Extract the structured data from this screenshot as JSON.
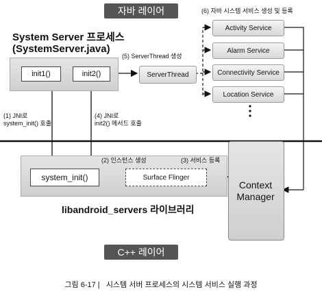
{
  "layers": {
    "java": "자바 레이어",
    "cpp": "C++ 레이어"
  },
  "system_server": {
    "title_line1": "System Server 프로세스",
    "title_line2": "(SystemServer.java)",
    "init1": "init1()",
    "init2": "init2()"
  },
  "server_thread": {
    "step_label": "(5) ServerThread 생성",
    "box_label": "ServerThread"
  },
  "services": {
    "step_label": "(6) 자바 시스템 서비스 생성 및 등록",
    "items": [
      "Activity Service",
      "Alarm Service",
      "Connectivity Service",
      "Location Service"
    ]
  },
  "steps": {
    "step1_line1": "(1) JNI로",
    "step1_line2": "system_init() 호출",
    "step4_line1": "(4) JNI로",
    "step4_line2": "init2() 메서드 호출",
    "step2": "(2) 인스턴스 생성",
    "step3": "(3) 서비스 등록"
  },
  "native": {
    "system_init": "system_init()",
    "surface_flinger": "Surface Flinger",
    "library_title": "libandroid_servers 라이브러리"
  },
  "context_manager": {
    "line1": "Context",
    "line2": "Manager"
  },
  "caption": "그림 6-17 |   시스템 서버 프로세스의 시스템 서비스 실행 과정"
}
